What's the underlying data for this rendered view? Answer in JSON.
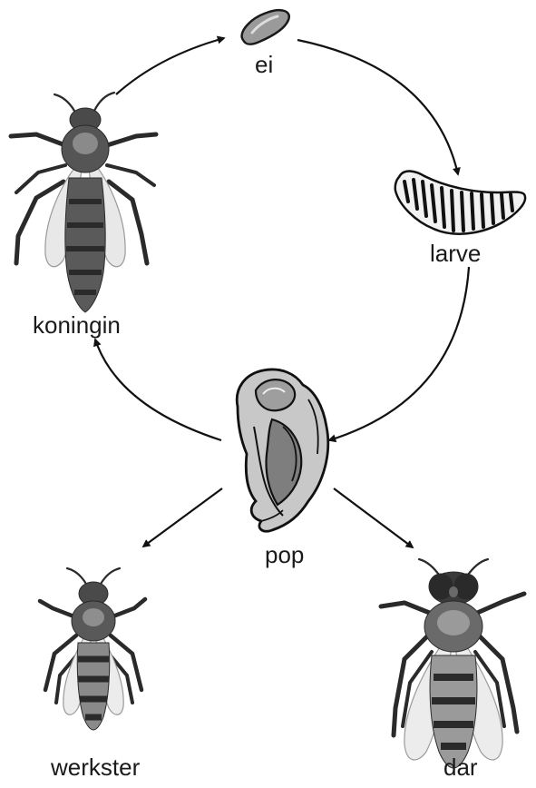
{
  "labels": {
    "egg": "ei",
    "larva": "larve",
    "queen": "koningin",
    "pupa": "pop",
    "worker": "werkster",
    "drone": "dar"
  },
  "icons": {
    "egg": "egg-icon",
    "larva": "larva-icon",
    "pupa": "pupa-icon",
    "queen": "queen-bee-icon",
    "worker": "worker-bee-icon",
    "drone": "drone-bee-icon"
  },
  "colors": {
    "arrow": "#111111",
    "body_dark": "#3a3a3a",
    "body_mid": "#7a7a7a",
    "wing": "#e6e6e6"
  }
}
